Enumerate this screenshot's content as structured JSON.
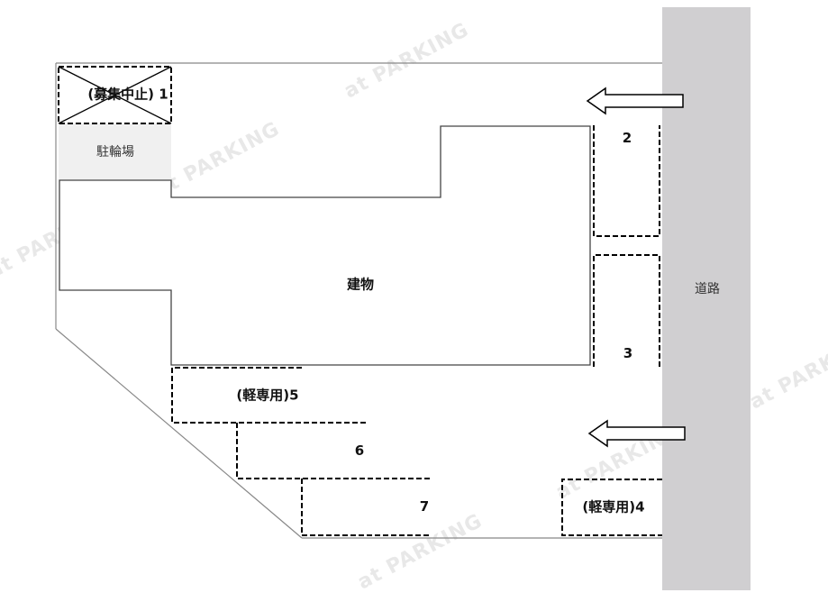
{
  "diagram": {
    "building_label": "建物",
    "bicycle_parking_label": "駐輪場",
    "road_label": "道路",
    "spaces": [
      {
        "label": "(募集中止) 1",
        "status": "suspended"
      },
      {
        "label": "2"
      },
      {
        "label": "3"
      },
      {
        "label": "(軽専用)4"
      },
      {
        "label": "(軽専用)5"
      },
      {
        "label": "6"
      },
      {
        "label": "7"
      }
    ],
    "entrance_arrows": [
      "entrance-arrow-top",
      "entrance-arrow-bottom"
    ],
    "watermark": "at PARKING",
    "colors": {
      "road": "#d0cfd1",
      "bicycle_parking": "#f0f0f0",
      "line": "#000000"
    }
  }
}
